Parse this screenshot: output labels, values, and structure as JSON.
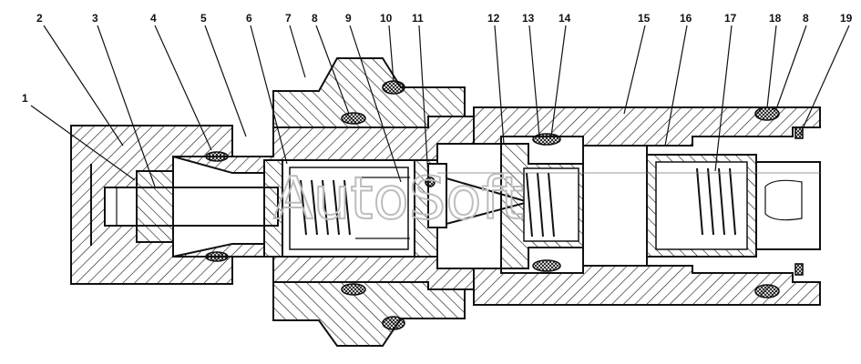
{
  "diagram": {
    "watermark": "AutoSoft",
    "callouts": [
      {
        "id": "c1",
        "label": "1"
      },
      {
        "id": "c2",
        "label": "2"
      },
      {
        "id": "c3",
        "label": "3"
      },
      {
        "id": "c4",
        "label": "4"
      },
      {
        "id": "c5",
        "label": "5"
      },
      {
        "id": "c6",
        "label": "6"
      },
      {
        "id": "c7",
        "label": "7"
      },
      {
        "id": "c8a",
        "label": "8"
      },
      {
        "id": "c9",
        "label": "9"
      },
      {
        "id": "c10",
        "label": "10"
      },
      {
        "id": "c11",
        "label": "11"
      },
      {
        "id": "c12",
        "label": "12"
      },
      {
        "id": "c13",
        "label": "13"
      },
      {
        "id": "c14",
        "label": "14"
      },
      {
        "id": "c15",
        "label": "15"
      },
      {
        "id": "c16",
        "label": "16"
      },
      {
        "id": "c17",
        "label": "17"
      },
      {
        "id": "c18",
        "label": "18"
      },
      {
        "id": "c8b",
        "label": "8"
      },
      {
        "id": "c19",
        "label": "19"
      }
    ]
  }
}
